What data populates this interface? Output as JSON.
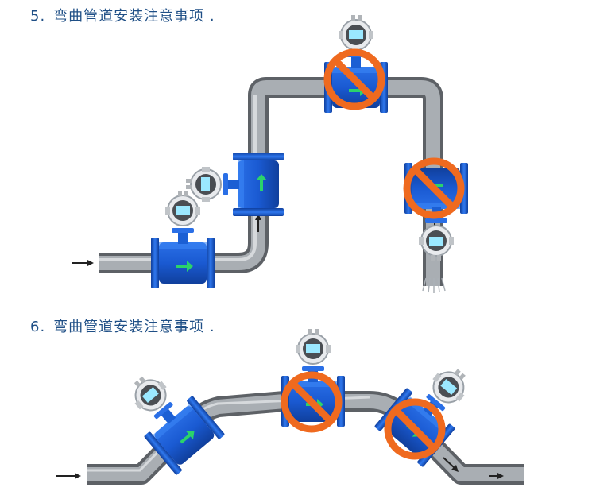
{
  "section5": {
    "number": "5.",
    "title": "弯曲管道安装注意事项 ."
  },
  "section6": {
    "number": "6.",
    "title": "弯曲管道安装注意事项 ."
  },
  "colors": {
    "title": "#1f4f86",
    "pipe": "#8e9398",
    "meter_body": "#1b5fd4",
    "forbidden": "#ef6a1f",
    "flow_arrow": "#2bd36b"
  },
  "icons": {
    "flowmeter": "electromagnetic-flowmeter-icon",
    "prohibited": "prohibited-icon",
    "flow_direction": "flow-direction-arrow-icon"
  }
}
